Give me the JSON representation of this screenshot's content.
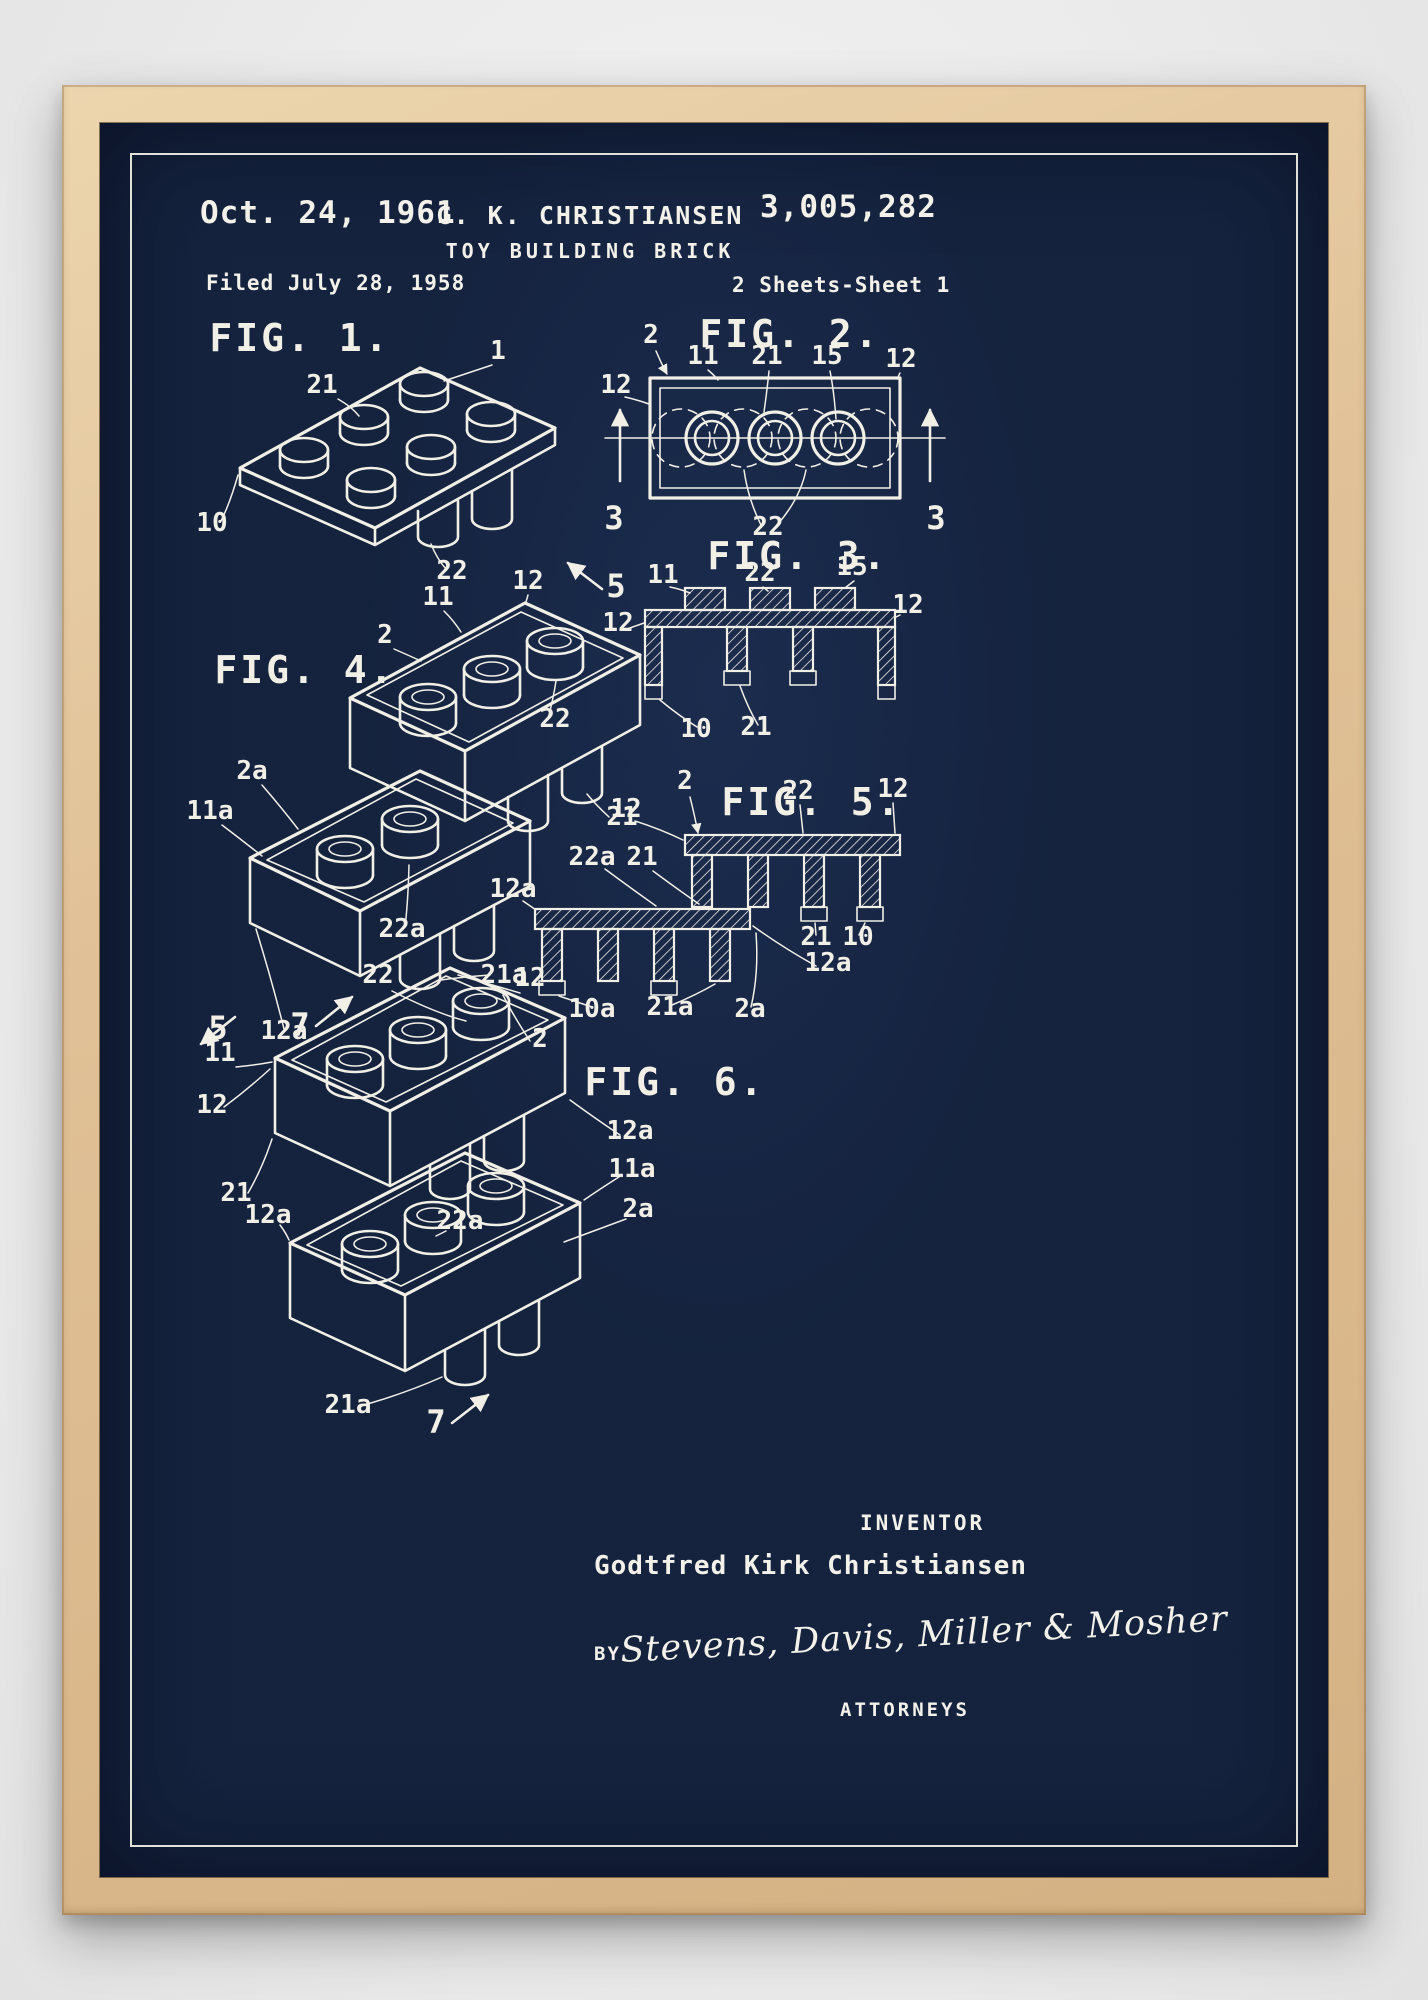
{
  "colors": {
    "poster_background": "#14223d",
    "line_color": "#f2efe6",
    "frame_wood": "#ddbd92",
    "photo_background": "#ececec"
  },
  "header": {
    "date": "Oct. 24, 1961",
    "inventor_short": "G. K. CHRISTIANSEN",
    "patent_title": "TOY BUILDING BRICK",
    "patent_number": "3,005,282",
    "filed": "Filed July 28, 1958",
    "sheet_info": "2 Sheets-Sheet 1"
  },
  "figures": {
    "fig1": {
      "title": "FIG. 1.",
      "labels": [
        "1",
        "21",
        "10",
        "22"
      ]
    },
    "fig2": {
      "title": "FIG. 2.",
      "labels": [
        "2",
        "11",
        "21",
        "15",
        "12",
        "12",
        "3",
        "3",
        "22"
      ]
    },
    "fig3": {
      "title": "FIG. 3.",
      "labels": [
        "11",
        "22",
        "15",
        "12",
        "12",
        "10",
        "21"
      ]
    },
    "fig4": {
      "title": "FIG. 4.",
      "labels": [
        "12",
        "5",
        "11",
        "2",
        "22",
        "21",
        "2a",
        "11a",
        "22a",
        "21a",
        "5",
        "12a"
      ]
    },
    "fig5": {
      "title": "FIG. 5.",
      "labels": [
        "2",
        "22",
        "12",
        "12",
        "22a",
        "21",
        "12a",
        "21",
        "10",
        "12a",
        "10a",
        "21a",
        "2a"
      ]
    },
    "fig6": {
      "title": "FIG. 6.",
      "labels": [
        "22",
        "12",
        "7",
        "11",
        "2",
        "12",
        "12a",
        "11a",
        "21",
        "2a",
        "12a",
        "22a",
        "21a",
        "7"
      ]
    }
  },
  "signature": {
    "inventor_label": "INVENTOR",
    "inventor_name": "Godtfred Kirk Christiansen",
    "by_label": "BY",
    "signature_text": "Stevens, Davis, Miller & Mosher",
    "attorneys_label": "ATTORNEYS"
  }
}
